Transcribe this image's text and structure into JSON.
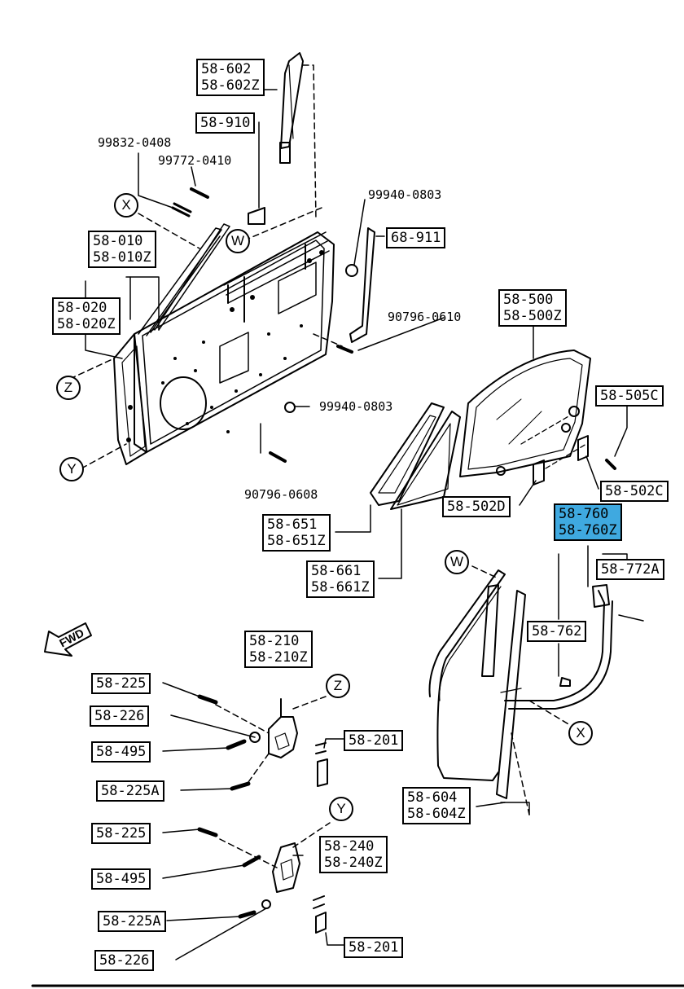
{
  "labels": {
    "p58_602": [
      "58-602",
      "58-602Z"
    ],
    "p58_910": [
      "58-910"
    ],
    "p58_010": [
      "58-010",
      "58-010Z"
    ],
    "p58_020": [
      "58-020",
      "58-020Z"
    ],
    "p68_911": [
      "68-911"
    ],
    "p58_500": [
      "58-500",
      "58-500Z"
    ],
    "p58_505C": [
      "58-505C"
    ],
    "p58_502C": [
      "58-502C"
    ],
    "p58_502D": [
      "58-502D"
    ],
    "p58_651": [
      "58-651",
      "58-651Z"
    ],
    "p58_661": [
      "58-661",
      "58-661Z"
    ],
    "p58_760": [
      "58-760",
      "58-760Z"
    ],
    "p58_772A": [
      "58-772A"
    ],
    "p58_762": [
      "58-762"
    ],
    "p58_210": [
      "58-210",
      "58-210Z"
    ],
    "p58_225_a": [
      "58-225"
    ],
    "p58_226_a": [
      "58-226"
    ],
    "p58_495_a": [
      "58-495"
    ],
    "p58_201_a": [
      "58-201"
    ],
    "p58_225A_a": [
      "58-225A"
    ],
    "p58_604": [
      "58-604",
      "58-604Z"
    ],
    "p58_225_b": [
      "58-225"
    ],
    "p58_240": [
      "58-240",
      "58-240Z"
    ],
    "p58_495_b": [
      "58-495"
    ],
    "p58_225A_b": [
      "58-225A"
    ],
    "p58_201_b": [
      "58-201"
    ],
    "p58_226_b": [
      "58-226"
    ]
  },
  "texts": {
    "t99832": "99832-0408",
    "t99772": "99772-0410",
    "t99940a": "99940-0803",
    "t90796a": "90796-0610",
    "t99940b": "99940-0803",
    "t90796b": "90796-0608"
  },
  "refs": {
    "x1": "X",
    "w1": "W",
    "z1": "Z",
    "y1": "Y",
    "w2": "W",
    "x2": "X",
    "z2": "Z",
    "y2": "Y"
  },
  "fwd": "FWD",
  "colors": {
    "highlight": "#3fa9e0",
    "ink": "#000000"
  }
}
